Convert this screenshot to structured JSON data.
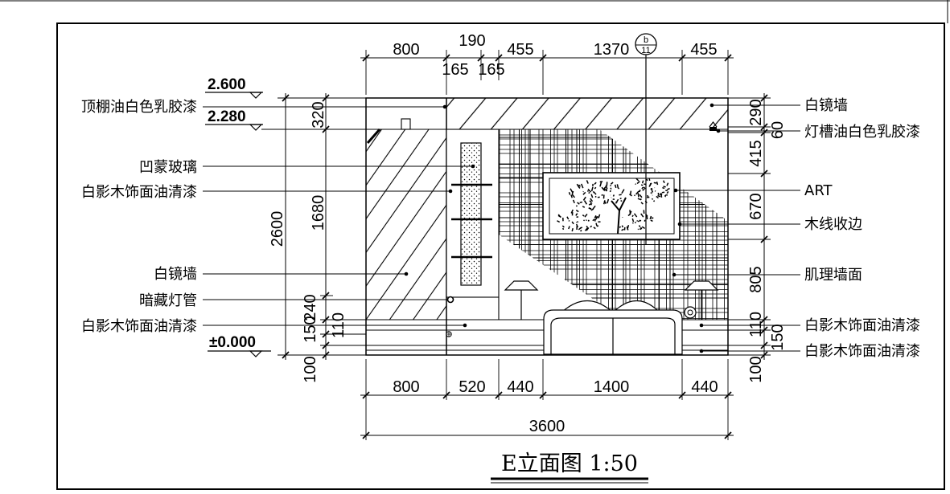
{
  "sheet": {
    "title": "E立面图 1:50",
    "section_mark": {
      "letter": "b",
      "sheet_number": "11"
    }
  },
  "levels": {
    "ceiling": "2.600",
    "soffit": "2.280",
    "floor": "±0.000"
  },
  "top_dimensions": [
    "800",
    "190",
    "165",
    "165",
    "455",
    "1370",
    "455"
  ],
  "bottom_dimensions": [
    "800",
    "520",
    "440",
    "1400",
    "440"
  ],
  "overall_width": "3600",
  "left_dimensions": {
    "overall": "2600",
    "chain": [
      "320",
      "1680",
      "240",
      "150",
      "110",
      "100"
    ]
  },
  "right_dimensions": [
    "290",
    "60",
    "415",
    "670",
    "805",
    "110",
    "150",
    "100"
  ],
  "left_callouts": [
    "顶棚油白色乳胶漆",
    "凹蒙玻璃",
    "白影木饰面油清漆",
    "白镜墙",
    "暗藏灯管",
    "白影木饰面油清漆"
  ],
  "right_callouts": [
    "白镜墙",
    "灯槽油白色乳胶漆",
    "ART",
    "木线收边",
    "肌理墙面",
    "白影木饰面油清漆",
    "白影木饰面油清漆"
  ],
  "colors": {
    "ink": "#000000",
    "paper": "#ffffff"
  }
}
